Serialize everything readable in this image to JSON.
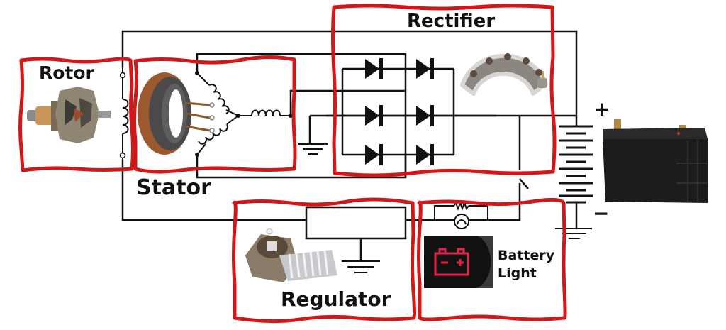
{
  "title": "Alternator charging system wiring diagram",
  "components": {
    "rotor": {
      "label": "Rotor"
    },
    "stator": {
      "label": "Stator"
    },
    "rectifier": {
      "label": "Rectifier"
    },
    "regulator": {
      "label": "Regulator"
    },
    "battery_light": {
      "label_line1": "Battery",
      "label_line2": "Light"
    },
    "battery": {
      "positive_sign": "+",
      "negative_sign": "−"
    }
  },
  "colors": {
    "highlight_box": "#d01818",
    "wire": "#111111",
    "warning_light": "#e8234a"
  }
}
